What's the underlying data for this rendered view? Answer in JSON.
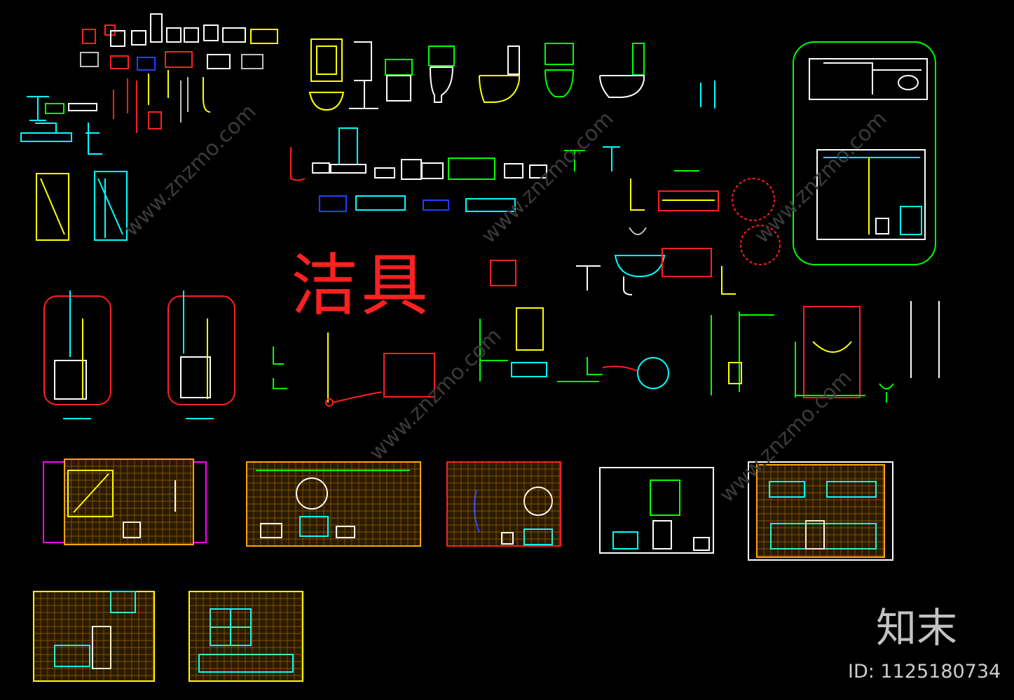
{
  "title": "洁具",
  "brand": "知末",
  "id_label": "ID: 1125180734",
  "watermark_text": "www.znzmo.com",
  "colors": {
    "background": "#000000",
    "title": "#ff2020",
    "green": "#00ff00",
    "yellow": "#ffff00",
    "cyan": "#00ffff",
    "white": "#ffffff",
    "red": "#ff2020",
    "magenta": "#ff00ff",
    "blue": "#2040ff",
    "orange": "#ffa500",
    "grey": "#c0c0c0",
    "brand_text": "#d8d8d8",
    "watermark": "#3a3a3a"
  }
}
